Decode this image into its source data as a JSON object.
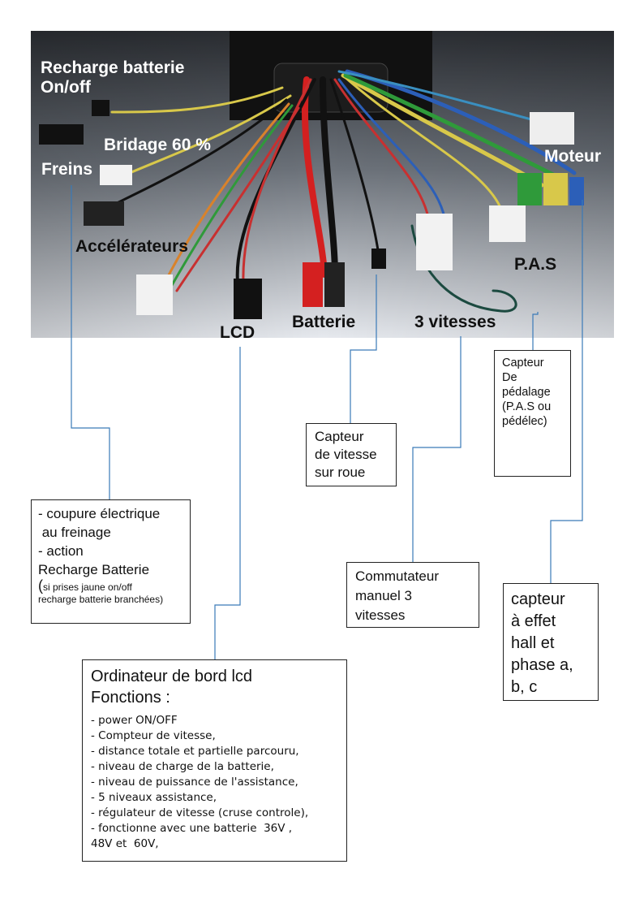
{
  "photo_labels": {
    "recharge_line1": "Recharge batterie",
    "recharge_line2": "On/off",
    "bridage": "Bridage 60 %",
    "freins": "Freins",
    "moteur": "Moteur",
    "accelerateurs": "Accélérateurs",
    "pas": "P.A.S",
    "lcd": "LCD",
    "batterie": "Batterie",
    "trois_vitesses": "3 vitesses"
  },
  "boxes": {
    "capteur_pedalage": {
      "lines": [
        "Capteur",
        "De",
        "pédalage",
        "(P.A.S ou",
        "pédélec)"
      ]
    },
    "capteur_vitesse": {
      "lines": [
        "Capteur",
        "de vitesse",
        "sur roue"
      ]
    },
    "freins_box": {
      "line1": "- coupure électrique",
      "line2": " au freinage",
      "line3": "- action",
      "line4": "Recharge Batterie",
      "note_paren": "(",
      "note_line1": "si prises jaune on/off",
      "note_line2": "recharge batterie branchées)"
    },
    "commutateur": {
      "lines": [
        "Commutateur",
        "manuel 3",
        "vitesses"
      ]
    },
    "hall": {
      "lines": [
        "capteur",
        "à effet",
        "hall et",
        "phase a,",
        "b, c"
      ]
    },
    "ordinateur": {
      "title1": "Ordinateur de bord lcd",
      "title2": "Fonctions :",
      "items": [
        "- power ON/OFF",
        "- Compteur de vitesse,",
        "- distance totale et partielle parcouru,",
        "- niveau de charge de la batterie,",
        "- niveau de puissance de l'assistance,",
        "- 5 niveaux assistance,",
        "- régulateur de vitesse (cruse controle),",
        "- fonctionne avec une batterie  36V ,",
        "48V et  60V,"
      ]
    }
  },
  "colors": {
    "connector_line": "#3a7ab8",
    "photo_bg_dark": "#3b3f44",
    "photo_bg_light": "#dde2e8",
    "wire_red": "#d42020",
    "wire_yellow": "#d8c84a",
    "wire_green": "#2f9a3a",
    "wire_blue": "#2c5fb8",
    "wire_orange": "#d9822b"
  }
}
